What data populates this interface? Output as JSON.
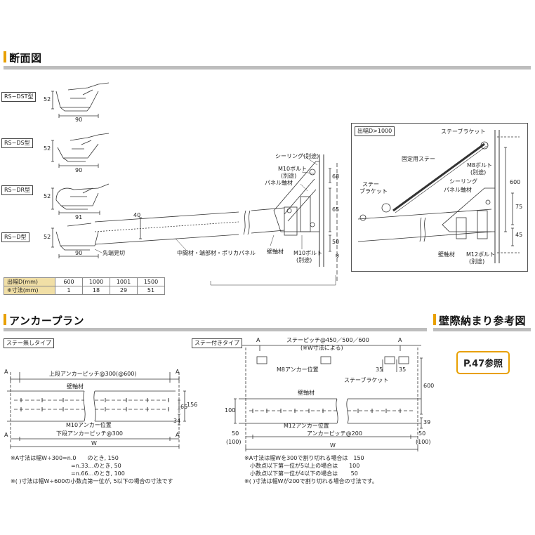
{
  "sections": {
    "cross_section": "断面図",
    "anchor_plan": "アンカープラン",
    "wall_reference": "壁際納まり参考図"
  },
  "types": {
    "dst": "RS−DST型",
    "ds": "RS−DS型",
    "dr": "RS−DR型",
    "d": "RS−D型"
  },
  "dims": {
    "h52a": "52",
    "w90a": "90",
    "h52b": "52",
    "w90b": "90",
    "h52c": "52",
    "w91": "91",
    "h52d": "52",
    "w90d": "90",
    "h40": "40",
    "h68": "68",
    "h65": "65",
    "h50": "50",
    "star": "※",
    "h600": "600",
    "h75": "75",
    "h45": "45"
  },
  "callouts": {
    "sealing": "シーリング(別途)",
    "m10_bolt_top": "M10ボルト",
    "m10_bolt_top_note": "(別途)",
    "panel_frame": "パネル軸材",
    "tip_cut": "先端見切",
    "middle": "中間材・端部材・ポリカパネル",
    "wall_frame": "壁軸材",
    "m10_bolt_bottom": "M10ボルト",
    "m10_bolt_bottom_note": "(別途)"
  },
  "inset": {
    "title": "出幅D>1000",
    "stay_bracket_top": "ステーブラケット",
    "fixed_stay": "固定用ステー",
    "m8_bolt": "M8ボルト",
    "m8_note": "(別途)",
    "stay": "ステー",
    "bracket": "ブラケット",
    "sealing": "シーリング",
    "panel_frame": "パネル軸材",
    "wall_frame": "壁軸材",
    "m12_bolt": "M12ボルト",
    "m12_note": "(別途)"
  },
  "table": {
    "row1_header": "出幅D(mm)",
    "row1": [
      "600",
      "1000",
      "1001",
      "1500"
    ],
    "row2_header": "※寸法(mm)",
    "row2": [
      "1",
      "18",
      "29",
      "51"
    ]
  },
  "plan_left": {
    "tag": "ステー無しタイプ",
    "a1": "A",
    "a2": "A",
    "a3": "A",
    "a4": "A",
    "upper_pitch": "上段アンカーピッチ@300(@600)",
    "wall_frame": "壁軸材",
    "d156": "156",
    "d65": "65",
    "d34": "34",
    "m10_pos": "M10アンカー位置",
    "lower_pitch": "下段アンカーピッチ@300",
    "w": "W",
    "note1": "※A寸法は幅W÷300=n.0　　のとき, 150",
    "note2": "=n.33…のとき,  50",
    "note3": "=n.66…のとき, 100",
    "note4": "※(  )寸法は幅W÷600の小数点第一位が, 5以下の場合の寸法です"
  },
  "plan_right": {
    "tag": "ステー付きタイプ",
    "a1": "A",
    "a2": "A",
    "stay_pitch": "ステーピッチ@450／500／600",
    "stay_pitch_note": "(※W寸法による)",
    "m8_pos": "M8アンカー位置",
    "stay_bracket": "ステーブラケット",
    "d35a": "35",
    "d35b": "35",
    "wall_frame": "壁軸材",
    "d600": "600",
    "d100": "100",
    "d39": "39",
    "m12_pos": "M12アンカー位置",
    "d50l": "50",
    "d100l": "(100)",
    "anchor_pitch": "アンカーピッチ@200",
    "d50r": "50",
    "d100r": "(100)",
    "w": "W",
    "note1": "※A寸法は幅Wを300で割り切れる場合は　150",
    "note2": "小数点以下第一位が5以上の場合は　　100",
    "note3": "小数点以下第一位が4以下の場合は　　  50",
    "note4": "※(  )寸法は幅Wが200で割り切れる場合の寸法です。"
  },
  "reference": "P.47参照",
  "colors": {
    "accent": "#e8a000",
    "rule": "#bdbdbd",
    "table_header": "#f1dfa6",
    "line": "#333333"
  }
}
